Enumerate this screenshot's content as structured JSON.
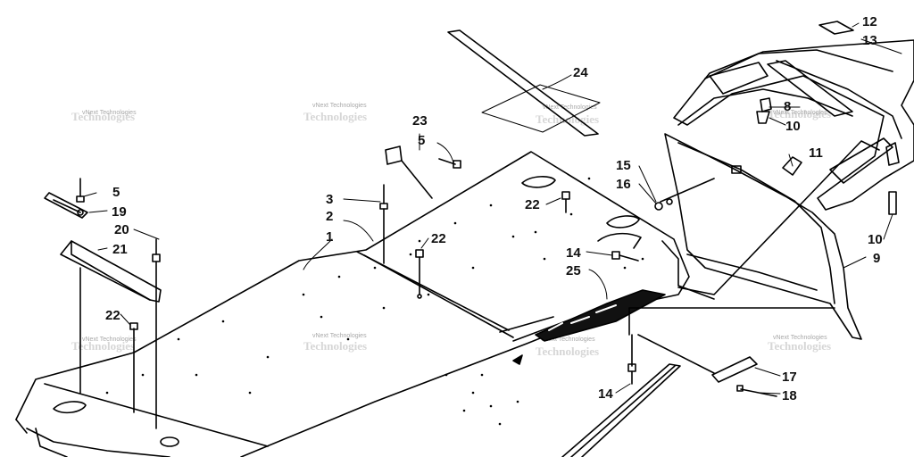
{
  "watermark": "vNext Technologies",
  "callouts": [
    {
      "id": "c1",
      "text": "1"
    },
    {
      "id": "c2",
      "text": "2"
    },
    {
      "id": "c3",
      "text": "3"
    },
    {
      "id": "c5a",
      "text": "5"
    },
    {
      "id": "c5b",
      "text": "5"
    },
    {
      "id": "c8",
      "text": "8"
    },
    {
      "id": "c9",
      "text": "9"
    },
    {
      "id": "c10a",
      "text": "10"
    },
    {
      "id": "c10b",
      "text": "10"
    },
    {
      "id": "c11",
      "text": "11"
    },
    {
      "id": "c12",
      "text": "12"
    },
    {
      "id": "c13",
      "text": "13"
    },
    {
      "id": "c14a",
      "text": "14"
    },
    {
      "id": "c14b",
      "text": "14"
    },
    {
      "id": "c15",
      "text": "15"
    },
    {
      "id": "c16",
      "text": "16"
    },
    {
      "id": "c17",
      "text": "17"
    },
    {
      "id": "c18",
      "text": "18"
    },
    {
      "id": "c19",
      "text": "19"
    },
    {
      "id": "c20",
      "text": "20"
    },
    {
      "id": "c21",
      "text": "21"
    },
    {
      "id": "c22a",
      "text": "22"
    },
    {
      "id": "c22b",
      "text": "22"
    },
    {
      "id": "c22c",
      "text": "22"
    },
    {
      "id": "c23",
      "text": "23"
    },
    {
      "id": "c24",
      "text": "24"
    },
    {
      "id": "c25",
      "text": "25"
    }
  ]
}
